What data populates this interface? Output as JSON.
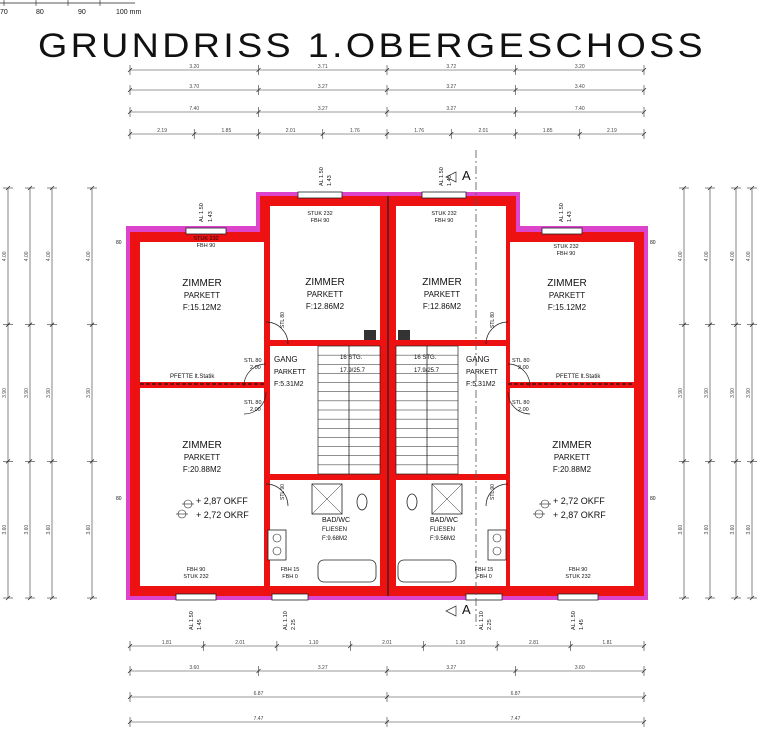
{
  "title": "GRUNDRISS 1.OBERGESCHOSS",
  "scale_bar": {
    "labels": [
      "70",
      "80",
      "90",
      "100 mm"
    ]
  },
  "section_marker": "A",
  "dimension_chains": {
    "top": [
      [
        "3.20",
        "3.71",
        "3.72",
        "3.20"
      ],
      [
        "3.70",
        "3.27",
        "3.27",
        "3.40"
      ],
      [
        "7.40",
        "3.27",
        "3.27",
        "7.40"
      ],
      [
        "2.19",
        "1.85",
        "2.01",
        "1.76",
        "1.76",
        "2.01",
        "1.85",
        "2.19"
      ]
    ],
    "bottom": [
      [
        "1.81",
        "2.01",
        "1.10",
        "2.01",
        "1.10",
        "2.81",
        "1.81"
      ],
      [
        "3.60",
        "3.27",
        "3.27",
        "3.60"
      ],
      [
        "6.87",
        "6.87"
      ],
      [
        "7.47",
        "7.47"
      ]
    ],
    "left": [
      "4.00",
      "3.90",
      "3.60"
    ],
    "right": [
      "4.00",
      "3.90",
      "3.60"
    ]
  },
  "windows": {
    "top_left": {
      "al": "AL 1.50",
      "h": "1.43",
      "stuk": "STUK 232",
      "fbh": "FBH 90"
    },
    "top_mid_left": {
      "al": "AL 1.50",
      "h": "1.43",
      "stuk": "STUK 232",
      "fbh": "FBH 90"
    },
    "top_mid_right": {
      "al": "AL 1.50",
      "h": "1.45",
      "stuk": "STUK 232",
      "fbh": "FBH 90"
    },
    "top_right": {
      "al": "AL 1.50",
      "h": "1.43",
      "stuk": "STUK 232",
      "fbh": "FBH 90"
    },
    "bottom_left": {
      "al": "AL 1.50",
      "h": "1.45",
      "stuk": "STUK 232",
      "fbh": "FBH 90"
    },
    "bottom_bath_left": {
      "al": "AL 1.10",
      "h": "2.25",
      "stuk": "FBH 0",
      "fbh": "FBH 15"
    },
    "bottom_bath_right": {
      "al": "AL 1.10",
      "h": "2.25",
      "stuk": "FBH 0",
      "fbh": "FBH 15"
    },
    "bottom_right": {
      "al": "AL 1.50",
      "h": "1.45",
      "stuk": "STUK 232",
      "fbh": "FBH 90"
    }
  },
  "rooms": {
    "left": {
      "zimmer_top_outer": {
        "name": "ZIMMER",
        "floor": "PARKETT",
        "area": "F:15.12M2"
      },
      "zimmer_top_inner": {
        "name": "ZIMMER",
        "floor": "PARKETT",
        "area": "F:12.86M2"
      },
      "zimmer_bottom": {
        "name": "ZIMMER",
        "floor": "PARKETT",
        "area": "F:20.88M2"
      },
      "gang": {
        "name": "GANG",
        "floor": "PARKETT",
        "area": "F:5.31M2"
      },
      "bad": {
        "name": "BAD/WC",
        "floor": "FLIESEN",
        "area": "F:9.68M2"
      },
      "stairs": {
        "count": "16 STG.",
        "size": "17.9/25.7"
      },
      "pfette": "PFETTE lt.Statik",
      "levels": {
        "okff": "+ 2,87 OKFF",
        "okrf": "+ 2,72 OKRF"
      },
      "stl_upper": {
        "a": "STL 80",
        "b": "2.00"
      },
      "stl_lower": {
        "a": "STL 80",
        "b": "2.00"
      },
      "door_side_a": "STL 80",
      "door_side_b": "STL 90",
      "small_dim": "80"
    },
    "right": {
      "zimmer_top_outer": {
        "name": "ZIMMER",
        "floor": "PARKETT",
        "area": "F:15.12M2"
      },
      "zimmer_top_inner": {
        "name": "ZIMMER",
        "floor": "PARKETT",
        "area": "F:12.86M2"
      },
      "zimmer_bottom": {
        "name": "ZIMMER",
        "floor": "PARKETT",
        "area": "F:20.88M2"
      },
      "gang": {
        "name": "GANG",
        "floor": "PARKETT",
        "area": "F:5.31M2"
      },
      "bad": {
        "name": "BAD/WC",
        "floor": "FLIESEN",
        "area": "F:9.56M2"
      },
      "stairs": {
        "count": "16 STG.",
        "size": "17.9/25.7"
      },
      "pfette": "PFETTE lt.Statik",
      "levels": {
        "okff": "+ 2,72 OKFF",
        "okrf": "+ 2,87 OKRF"
      },
      "stl_upper": {
        "a": "STL 80",
        "b": "2.00"
      },
      "stl_lower": {
        "a": "STL 80",
        "b": "2.00"
      },
      "door_side_a": "STL 80",
      "door_side_b": "STL 90",
      "small_dim": "80"
    }
  },
  "colors": {
    "wall": "#ee1111",
    "insulation": "#dd44cc",
    "line": "#222222"
  }
}
